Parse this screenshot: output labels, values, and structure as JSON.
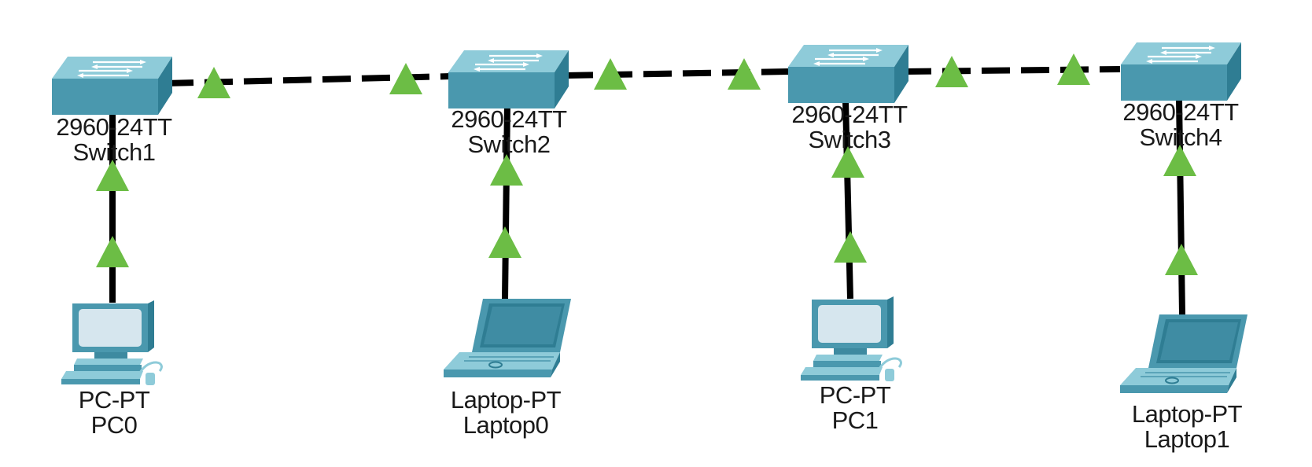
{
  "devices": [
    {
      "id": "switch1",
      "model": "2960-24TT",
      "name": "Switch1"
    },
    {
      "id": "switch2",
      "model": "2960-24TT",
      "name": "Switch2"
    },
    {
      "id": "switch3",
      "model": "2960-24TT",
      "name": "Switch3"
    },
    {
      "id": "switch4",
      "model": "2960-24TT",
      "name": "Switch4"
    },
    {
      "id": "pc0",
      "model": "PC-PT",
      "name": "PC0"
    },
    {
      "id": "laptop0",
      "model": "Laptop-PT",
      "name": "Laptop0"
    },
    {
      "id": "pc1",
      "model": "PC-PT",
      "name": "PC1"
    },
    {
      "id": "laptop1",
      "model": "Laptop-PT",
      "name": "Laptop1"
    }
  ],
  "links": [
    {
      "from": "switch1",
      "to": "switch2",
      "type": "crossover",
      "status_from": "up",
      "status_to": "up"
    },
    {
      "from": "switch2",
      "to": "switch3",
      "type": "crossover",
      "status_from": "up",
      "status_to": "up"
    },
    {
      "from": "switch3",
      "to": "switch4",
      "type": "crossover",
      "status_from": "up",
      "status_to": "up"
    },
    {
      "from": "pc0",
      "to": "switch1",
      "type": "straight",
      "status_from": "up",
      "status_to": "up"
    },
    {
      "from": "laptop0",
      "to": "switch2",
      "type": "straight",
      "status_from": "up",
      "status_to": "up"
    },
    {
      "from": "pc1",
      "to": "switch3",
      "type": "straight",
      "status_from": "up",
      "status_to": "up"
    },
    {
      "from": "laptop1",
      "to": "switch4",
      "type": "straight",
      "status_from": "up",
      "status_to": "up"
    }
  ],
  "colors": {
    "link": "#000000",
    "link_up": "#6cbd45",
    "device_top": "#8ecbd9",
    "device_front": "#4a98ae",
    "device_side": "#2f7d93",
    "screen": "#d6e6ee"
  }
}
